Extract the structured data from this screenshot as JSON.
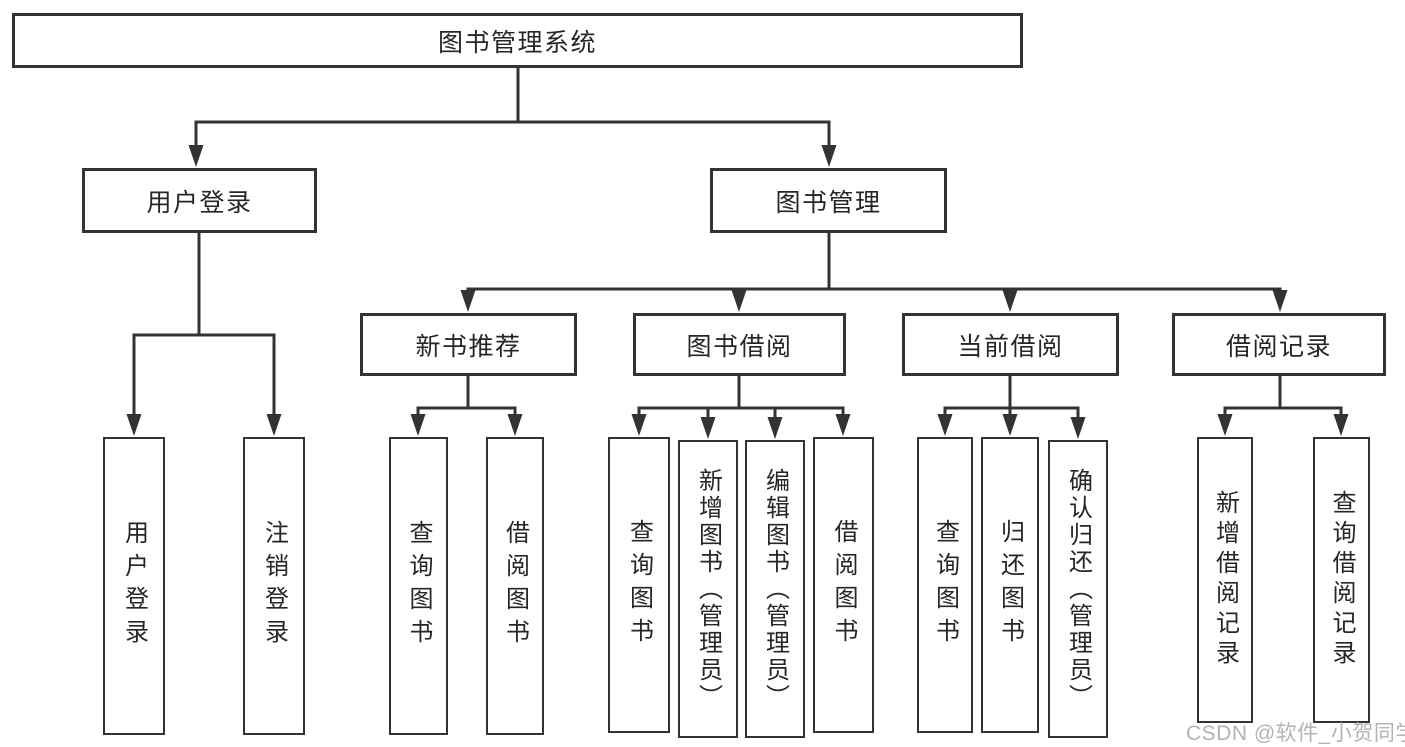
{
  "diagram": {
    "tree": {
      "label": "图书管理系统",
      "children": [
        {
          "label": "用户登录",
          "children": [
            {
              "label": "用户登录"
            },
            {
              "label": "注销登录"
            }
          ]
        },
        {
          "label": "图书管理",
          "children": [
            {
              "label": "新书推荐",
              "children": [
                {
                  "label": "查询图书"
                },
                {
                  "label": "借阅图书"
                }
              ]
            },
            {
              "label": "图书借阅",
              "children": [
                {
                  "label": "查询图书"
                },
                {
                  "label": "新增图书（管理员）"
                },
                {
                  "label": "编辑图书（管理员）"
                },
                {
                  "label": "借阅图书"
                }
              ]
            },
            {
              "label": "当前借阅",
              "children": [
                {
                  "label": "查询图书"
                },
                {
                  "label": "归还图书"
                },
                {
                  "label": "确认归还（管理员）"
                }
              ]
            },
            {
              "label": "借阅记录",
              "children": [
                {
                  "label": "新增借阅记录"
                },
                {
                  "label": "查询借阅记录"
                }
              ]
            }
          ]
        }
      ]
    },
    "colors": {
      "line": "#333333",
      "box_border": "#333333",
      "text": "#262626",
      "watermark": "#b3b3b3",
      "background": "#ffffff"
    }
  },
  "watermark": "CSDN @软件_小贺同学"
}
